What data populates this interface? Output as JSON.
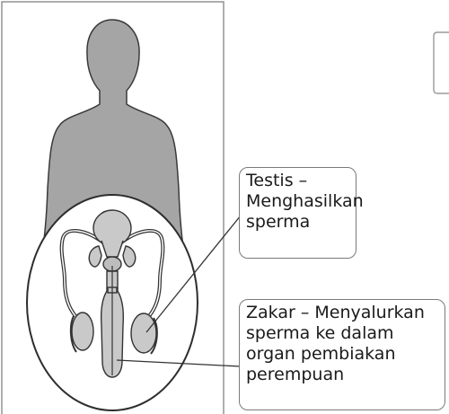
{
  "labels": {
    "testis": {
      "lines": [
        "Testis –",
        "Menghasilkan",
        "sperma"
      ]
    },
    "zakar": {
      "lines": [
        "Zakar – Menyalurkan",
        "sperma ke dalam",
        "organ pembiakan",
        "perempuan"
      ]
    }
  },
  "colors": {
    "body_fill": "#a5a5a5",
    "organ_fill": "#c9c9c9",
    "outline": "#333333",
    "frame": "#8c8c8c"
  }
}
